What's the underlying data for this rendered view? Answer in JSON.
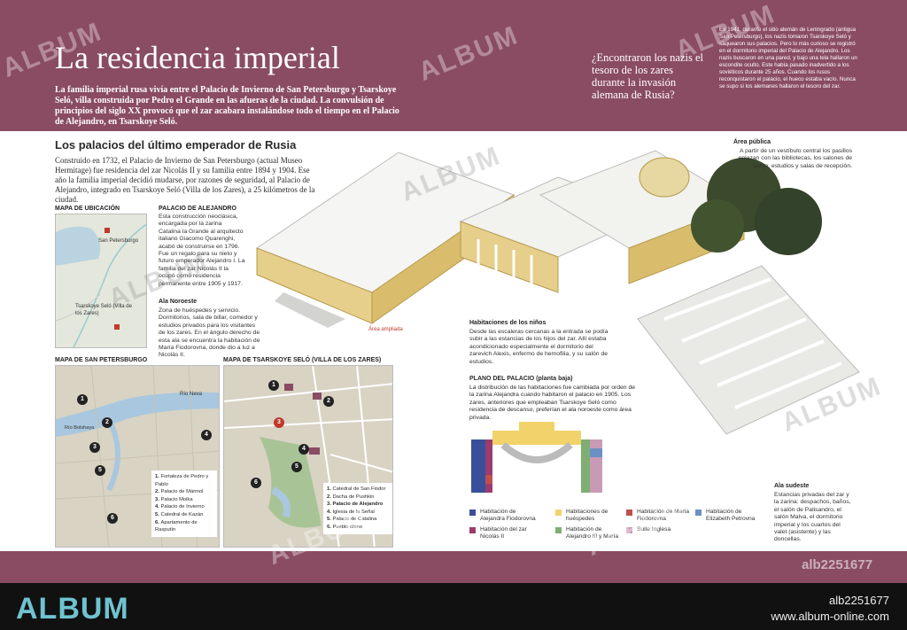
{
  "header": {
    "title": "La residencia imperial",
    "intro": "La familia imperial rusa vivía entre el Palacio de Invierno de San Petersburgo y Tsarskoye Seló, villa construida por Pedro el Grande en las afueras de la ciudad. La convulsión de principios del siglo XX provocó que el zar acabara instalándose todo el tiempo en el Palacio de Alejandro, en Tsarskoye Seló.",
    "question": "¿Encontraron los nazis el tesoro de los zares durante la invasión alemana de Rusia?",
    "answer": "En 1941, durante el sitio alemán de Leningrado (antigua San Petersburgo), los nazis tomaron Tsarskoye Seló y saquearon sus palacios. Pero lo más curioso se registró en el dormitorio imperial del Palacio de Alejandro. Los nazis buscaron en una pared, y bajo una tela hallaron un escondite oculto. Este había pasado inadvertido a los soviéticos durante 25 años. Cuando los rusos reconquistaron el palacio, el hueco estaba vacío. Nunca se supo si los alemanes hallaron el tesoro del zar."
  },
  "main": {
    "heading": "Los palacios del último emperador de Rusia",
    "body": "Construido en 1732, el Palacio de Invierno de San Petersburgo (actual Museo Hermitage) fue residencia del zar Nicolás II y su familia entre 1894 y 1904. Ese año la familia imperial decidió mudarse, por razones de seguridad, al Palacio de Alejandro, integrado en Tsarskoye Seló (Villa de los Zares), a 25 kilómetros de la ciudad."
  },
  "maps": {
    "location": {
      "label": "MAPA DE UBICACIÓN",
      "city1": "San Petersburgo",
      "city2": "Tsarskoye Seló (Villa de los Zares)"
    },
    "petersburg": {
      "label": "MAPA DE SAN PETERSBURGO",
      "river1": "Río Neva",
      "river2": "Río Bolshaya",
      "items": [
        "Fortaleza de Pedro y Pablo",
        "Palacio de Mármol",
        "Palacio Moika",
        "Palacio de Invierno",
        "Catedral de Kazán",
        "Apartamento de Rasputín"
      ]
    },
    "tsarskoye": {
      "label": "MAPA DE TSARSKOYE SELÓ (VILLA DE LOS ZARES)",
      "items": [
        "Catedral de San Fiodor",
        "Dacha de Pushkin",
        "Palacio de Alejandro",
        "Iglesia de la Señal",
        "Palacio de Catalina",
        "Pueblo chino"
      ]
    }
  },
  "notes": {
    "alejandro_title": "PALACIO DE ALEJANDRO",
    "alejandro_text": "Esta construcción neoclásica, encargada por la zarina Catalina la Grande al arquitecto italiano Giacomo Quarenghi, acabó de construirse en 1796. Fue un regalo para su nieto y futuro emperador Alejandro I. La familia del zar Nicolás II la ocupó como residencia permanente entre 1905 y 1917.",
    "noroeste_title": "Ala Noroeste",
    "noroeste_text": "Zona de huéspedes y servicio. Dormitorios, sala de billar, comedor y estudios privados para los visitantes de los zares. En el ángulo derecho de esta ala se encuentra la habitación de María Fiodorovna, donde dio a luz a Nicolás II.",
    "area_label": "Área ampliada",
    "publica_title": "Área pública",
    "publica_text": "A partir de un vestíbulo central los pasillos enlazan con las bibliotecas, los salones de juego, estudios y salas de recepción.",
    "ninos_title": "Habitaciones de los niños",
    "ninos_text": "Desde las escaleras cercanas a la entrada se podía subir a las estancias de los hijos del zar. Allí estaba acondicionado especialmente el dormitorio del zarevich Alexis, enfermo de hemofilia, y su salón de estudios.",
    "sudeste_title": "Ala sudeste",
    "sudeste_text": "Estancias privadas del zar y la zarina: despachos, baños, el salón de Palisandro, el salón Malva, el dormitorio imperial y los cuartos del valet (asistente) y las doncellas."
  },
  "plan": {
    "title": "PLANO DEL PALACIO (planta baja)",
    "text": "La distribución de las habitaciones fue cambiada por orden de la zarina Alejandra cuando habitaron el palacio en 1905. Los zares, anteriores que empleaban Tsarskoye Seló como residencia de descanso, preferían el ala noroeste como área privada.",
    "legend": [
      {
        "label": "Habitación de Alejandra Fiodorovna",
        "color": "#3a4f9a"
      },
      {
        "label": "Habitaciones de huéspedes",
        "color": "#f2d36b"
      },
      {
        "label": "Habitación de María Fiodorovna",
        "color": "#c0504d"
      },
      {
        "label": "Habitación de Elizabeth Petrovna",
        "color": "#6c8fc7"
      },
      {
        "label": "Habitación del zar Nicolás II",
        "color": "#9a3c6e"
      },
      {
        "label": "Habitación de Alejandro III y María",
        "color": "#7fae72"
      },
      {
        "label": "Suite Inglesa",
        "color": "#c99ab6"
      }
    ]
  },
  "footer": {
    "logo": "ALBUM",
    "code": "alb2251677",
    "url": "www.album-online.com",
    "watermark": "ALBUM",
    "watermark_id": "alb2251677"
  }
}
